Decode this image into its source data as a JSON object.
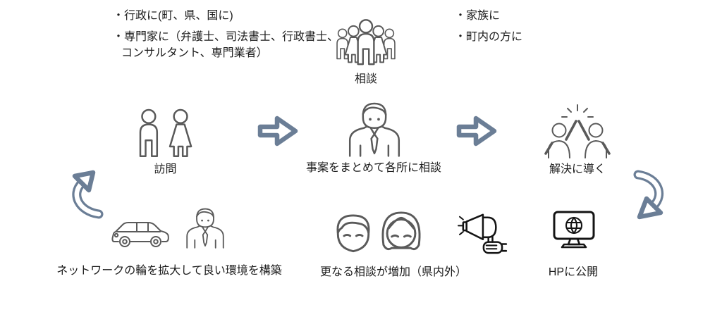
{
  "colors": {
    "background": "#ffffff",
    "accent_arrow": "#6b7e96",
    "icon_gray": "#5a5a5a",
    "icon_dark": "#141414",
    "text": "#1c1c1c"
  },
  "top": {
    "left_bullets": [
      "・行政に(町、県、国に)",
      "・専門家に（弁護士、司法書士、行政書士、コンサルタント、専門業者）"
    ],
    "consult": {
      "icon": "crowd-icon",
      "label": "相談"
    },
    "right_bullets": [
      "・家族に",
      "・町内の方に"
    ]
  },
  "flow": {
    "steps": [
      {
        "icon": "man-woman-icon",
        "label": "訪問"
      },
      {
        "icon": "businessman-icon",
        "label": "事案をまとめて各所に相談"
      },
      {
        "icon": "high-five-icon",
        "label": "解決に導く"
      }
    ],
    "arrow_icon": "block-arrow-right-icon"
  },
  "bottom": {
    "network": {
      "icons": [
        "car-icon",
        "consultant-icon"
      ],
      "label": "ネットワークの輪を拡大して良い環境を構築"
    },
    "increase": {
      "icons": [
        "man-face-icon",
        "woman-face-icon",
        "megaphone-icon"
      ],
      "label": "更なる相談が増加（県内外）"
    },
    "publish": {
      "icon": "monitor-globe-icon",
      "label": "HPに公開"
    }
  },
  "cycle": {
    "left_arrow_icon": "curved-arrow-up-right-icon",
    "right_arrow_icon": "curved-arrow-down-left-icon"
  }
}
